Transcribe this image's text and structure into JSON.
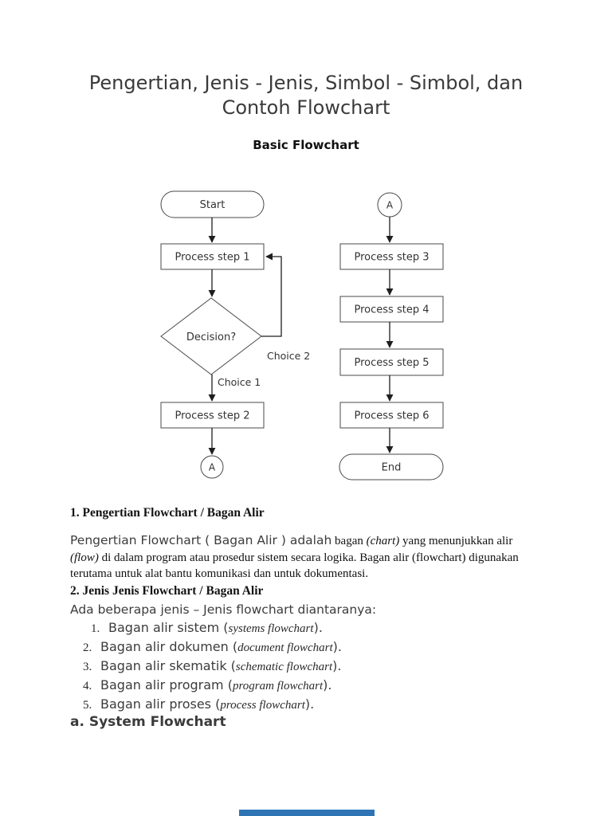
{
  "page": {
    "background_color": "#ffffff",
    "next_page_strip_color": "#2e74b5",
    "shape_stroke_color": "#4a4a4a",
    "text_color": "#3c3c3c"
  },
  "title": {
    "line1": "Pengertian, Jenis - Jenis, Simbol - Simbol, dan",
    "line2": "Contoh Flowchart"
  },
  "subtitle": "Basic Flowchart",
  "flowchart": {
    "start": "Start",
    "process_step_1": "Process step 1",
    "decision": "Decision?",
    "choice_1": "Choice 1",
    "choice_2": "Choice 2",
    "process_step_2": "Process step 2",
    "connector_left": "A",
    "connector_right": "A",
    "process_step_3": "Process step 3",
    "process_step_4": "Process step 4",
    "process_step_5": "Process step 5",
    "process_step_6": "Process step 6",
    "end": "End"
  },
  "section_pengertian": {
    "heading": "1. Pengertian Flowchart / Bagan Alir",
    "lead": "Pengertian Flowchart ( Bagan Alir ) adalah",
    "serif_a": " bagan ",
    "italic_a": "(chart)",
    "serif_b": " yang menunjukkan alir ",
    "italic_b": "(flow)",
    "serif_c": " di dalam program atau prosedur sistem secara logika. Bagan alir (flowchart) digunakan terutama untuk alat bantu komunikasi dan untuk dokumentasi."
  },
  "section_jenis": {
    "heading": "2. Jenis Jenis Flowchart / Bagan Alir",
    "intro": "Ada beberapa jenis – Jenis flowchart diantaranya:",
    "items": [
      {
        "num": "1.",
        "sans": "Bagan alir sistem (",
        "italic": "systems flowchart",
        "tail": ")."
      },
      {
        "num": "2.",
        "sans": "Bagan alir dokumen (",
        "italic": "document flowchart",
        "tail": ")."
      },
      {
        "num": "3.",
        "sans": "Bagan alir skematik (",
        "italic": "schematic flowchart",
        "tail": ")."
      },
      {
        "num": "4.",
        "sans": "Bagan alir program (",
        "italic": "program flowchart",
        "tail": ")."
      },
      {
        "num": "5.",
        "sans": "Bagan alir proses (",
        "italic": "process flowchart",
        "tail": ")."
      }
    ],
    "subheading": "a. System Flowchart"
  }
}
